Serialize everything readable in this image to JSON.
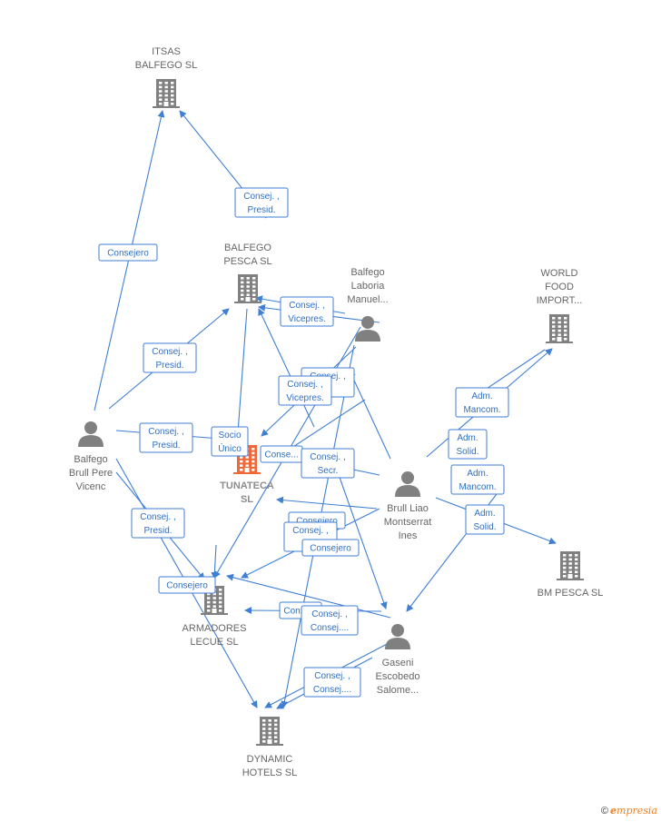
{
  "diagram": {
    "colors": {
      "edge": "#3f7fd4",
      "building": "#808080",
      "building_main": "#f0683a",
      "person": "#808080",
      "label": "#666666"
    },
    "nodes": [
      {
        "id": "itsas",
        "type": "company",
        "lines": [
          "ITSAS",
          "BALFEGO  SL"
        ]
      },
      {
        "id": "balfego_pesca",
        "type": "company",
        "lines": [
          "BALFEGO",
          "PESCA  SL"
        ]
      },
      {
        "id": "world_food",
        "type": "company",
        "lines": [
          "WORLD",
          "FOOD",
          "IMPORT..."
        ]
      },
      {
        "id": "tunateca",
        "type": "company",
        "main": true,
        "lines": [
          "TUNATECA",
          "SL"
        ]
      },
      {
        "id": "bm_pesca",
        "type": "company",
        "lines": [
          "BM PESCA  SL"
        ]
      },
      {
        "id": "armadores",
        "type": "company",
        "lines": [
          "ARMADORES",
          "LECUE  SL"
        ]
      },
      {
        "id": "dynamic",
        "type": "company",
        "lines": [
          "DYNAMIC",
          "HOTELS  SL"
        ]
      },
      {
        "id": "laboria",
        "type": "person",
        "lines": [
          "Balfego",
          "Laboria",
          "Manuel..."
        ]
      },
      {
        "id": "pere",
        "type": "person",
        "lines": [
          "Balfego",
          "Brull Pere",
          "Vicenc"
        ]
      },
      {
        "id": "montserrat",
        "type": "person",
        "lines": [
          "Brull Liao",
          "Montserrat",
          "Ines"
        ]
      },
      {
        "id": "gaseni",
        "type": "person",
        "lines": [
          "Gaseni",
          "Escobedo",
          "Salome..."
        ]
      }
    ],
    "roles": [
      {
        "lines": [
          "Consej. ,",
          "Presid."
        ]
      },
      {
        "lines": [
          "Consejero"
        ]
      },
      {
        "lines": [
          "Consej. ,",
          "Vicepres."
        ]
      },
      {
        "lines": [
          "Consej. ,",
          "Presid."
        ]
      },
      {
        "lines": [
          "Consej. ,",
          "..."
        ]
      },
      {
        "lines": [
          "Consej. ,",
          "Vicepres."
        ]
      },
      {
        "lines": [
          "Adm.",
          "Mancom."
        ]
      },
      {
        "lines": [
          "Consej. ,",
          "Presid."
        ]
      },
      {
        "lines": [
          "Socio",
          "Único"
        ]
      },
      {
        "lines": [
          "Conse..."
        ]
      },
      {
        "lines": [
          "Consej. ,",
          "Secr."
        ]
      },
      {
        "lines": [
          "Adm.",
          "Solid."
        ]
      },
      {
        "lines": [
          "Adm.",
          "Mancom."
        ]
      },
      {
        "lines": [
          "Adm.",
          "Solid."
        ]
      },
      {
        "lines": [
          "Consej. ,",
          "Presid."
        ]
      },
      {
        "lines": [
          "Consejero"
        ]
      },
      {
        "lines": [
          "Consej. ,",
          "..."
        ]
      },
      {
        "lines": [
          "Consejero"
        ]
      },
      {
        "lines": [
          "Consejero"
        ]
      },
      {
        "lines": [
          "Conse..."
        ]
      },
      {
        "lines": [
          "Consej. ,",
          "Consej...."
        ]
      },
      {
        "lines": [
          "Consej. ,",
          "Consej...."
        ]
      }
    ]
  },
  "footer": {
    "copyright": "©",
    "brand_initial": "e",
    "brand_rest": "mpresia"
  }
}
